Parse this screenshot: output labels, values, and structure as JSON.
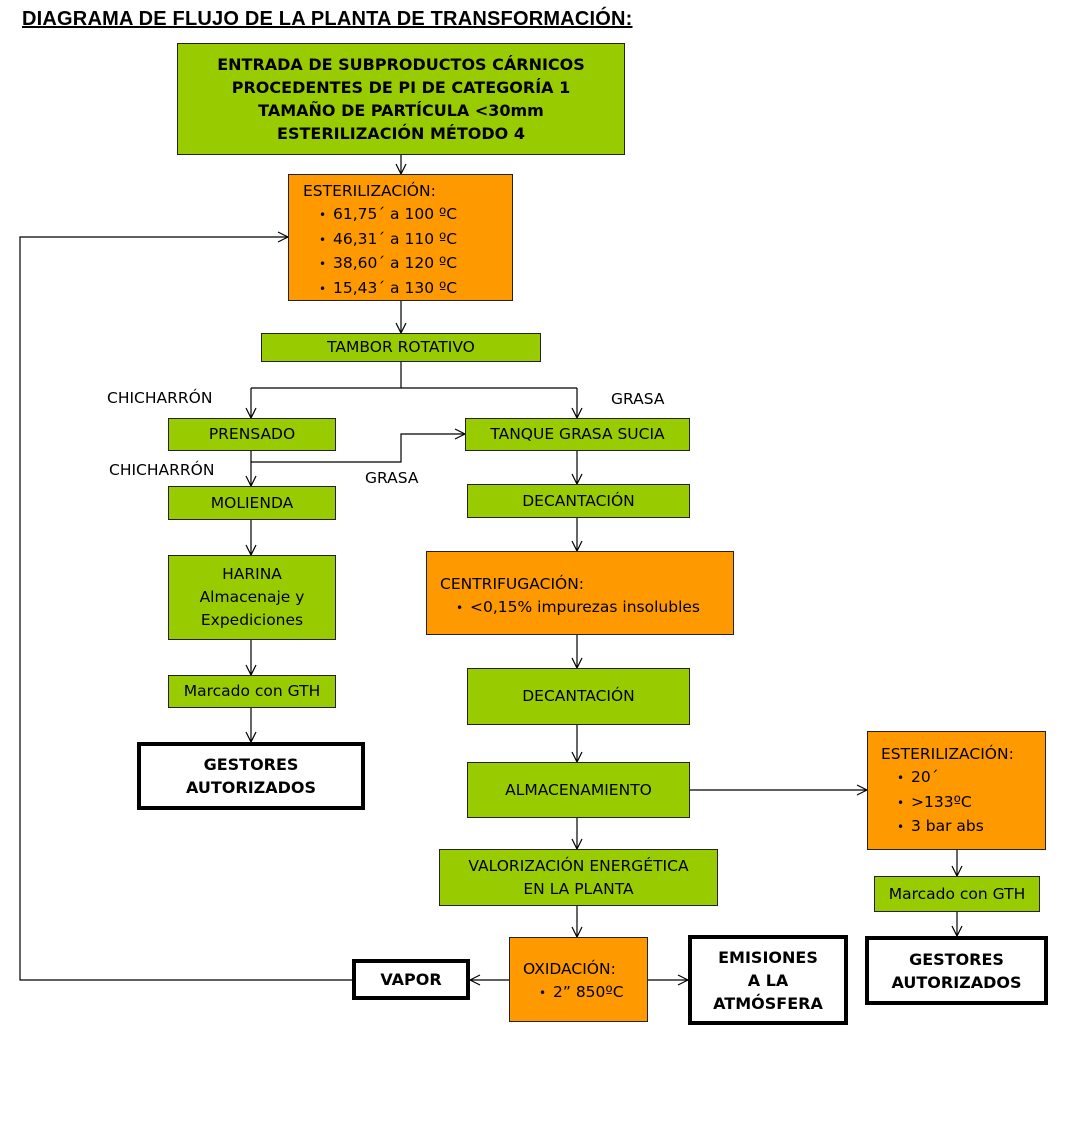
{
  "title": "DIAGRAMA DE FLUJO DE LA PLANTA DE TRANSFORMACIÓN:",
  "entrada": {
    "lines": [
      "ENTRADA DE SUBPRODUCTOS CÁRNICOS",
      "PROCEDENTES DE PI DE CATEGORÍA 1",
      "TAMAÑO DE PARTÍCULA <30mm",
      "ESTERILIZACIÓN MÉTODO 4"
    ]
  },
  "esterilizacion1": {
    "heading": "ESTERILIZACIÓN:",
    "items": [
      "61,75´ a 100 ºC",
      "46,31´ a 110 ºC",
      "38,60´ a 120 ºC",
      "15,43´ a 130 ºC"
    ]
  },
  "tambor": "TAMBOR ROTATIVO",
  "labels": {
    "chicharron1": "CHICHARRÓN",
    "grasa1": "GRASA",
    "chicharron2": "CHICHARRÓN",
    "grasa2": "GRASA"
  },
  "left": {
    "prensado": "PRENSADO",
    "molienda": "MOLIENDA",
    "harina": [
      "HARINA",
      "Almacenaje y",
      "Expediciones"
    ],
    "marcado": "Marcado con GTH",
    "gestores": [
      "GESTORES",
      "AUTORIZADOS"
    ]
  },
  "right": {
    "tanque": "TANQUE GRASA SUCIA",
    "decantacion1": "DECANTACIÓN",
    "centrifugacion": {
      "heading": "CENTRIFUGACIÓN:",
      "items": [
        "<0,15% impurezas insolubles"
      ]
    },
    "decantacion2": "DECANTACIÓN",
    "almacenamiento": "ALMACENAMIENTO",
    "valorizacion": [
      "VALORIZACIÓN ENERGÉTICA",
      "EN LA PLANTA"
    ],
    "oxidacion": {
      "heading": "OXIDACIÓN:",
      "items": [
        "2” 850ºC"
      ]
    },
    "vapor": "VAPOR",
    "emisiones": [
      "EMISIONES",
      "A LA",
      "ATMÓSFERA"
    ]
  },
  "far_right": {
    "esterilizacion2": {
      "heading": "ESTERILIZACIÓN:",
      "items": [
        "20´",
        ">133ºC",
        "3 bar abs"
      ]
    },
    "marcado": "Marcado con GTH",
    "gestores": [
      "GESTORES",
      "AUTORIZADOS"
    ]
  }
}
